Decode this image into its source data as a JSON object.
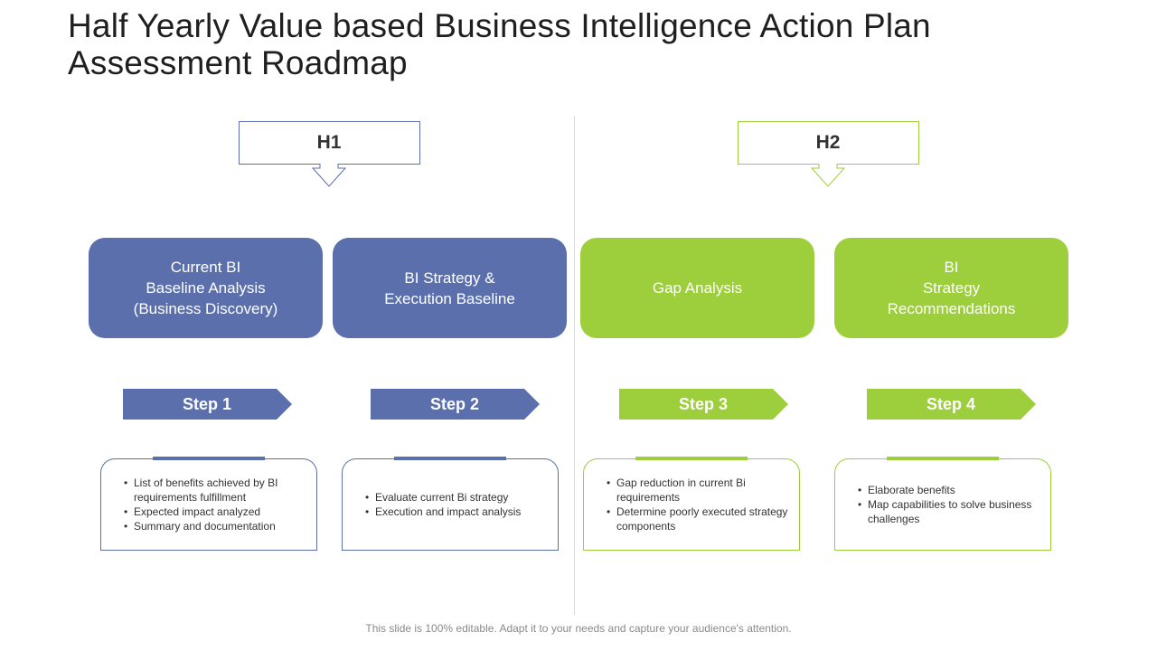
{
  "title": "Half Yearly Value based Business Intelligence Action Plan Assessment Roadmap",
  "colors": {
    "blue": "#5a6fac",
    "green": "#9dce3c"
  },
  "halves": [
    {
      "label": "H1",
      "color": "#5a6fac"
    },
    {
      "label": "H2",
      "color": "#9dce3c"
    }
  ],
  "phases": [
    {
      "lines": [
        "Current BI",
        "Baseline Analysis",
        "(Business Discovery)"
      ]
    },
    {
      "lines": [
        "BI Strategy &",
        "Execution Baseline"
      ]
    },
    {
      "lines": [
        "Gap Analysis"
      ]
    },
    {
      "lines": [
        "BI",
        "Strategy",
        "Recommendations"
      ]
    }
  ],
  "steps": [
    {
      "label": "Step 1"
    },
    {
      "label": "Step 2"
    },
    {
      "label": "Step 3"
    },
    {
      "label": "Step 4"
    }
  ],
  "cards": [
    {
      "bullets": [
        "List of benefits achieved  by BI requirements fulfillment",
        "Expected impact analyzed",
        "Summary and documentation"
      ]
    },
    {
      "bullets": [
        "Evaluate current Bi strategy",
        "Execution and impact analysis"
      ]
    },
    {
      "bullets": [
        "Gap reduction in current Bi requirements",
        "Determine poorly executed strategy components"
      ]
    },
    {
      "bullets": [
        "Elaborate benefits",
        "Map capabilities to solve business challenges"
      ]
    }
  ],
  "footer": "This slide is 100% editable. Adapt it to your needs and capture your audience's attention."
}
